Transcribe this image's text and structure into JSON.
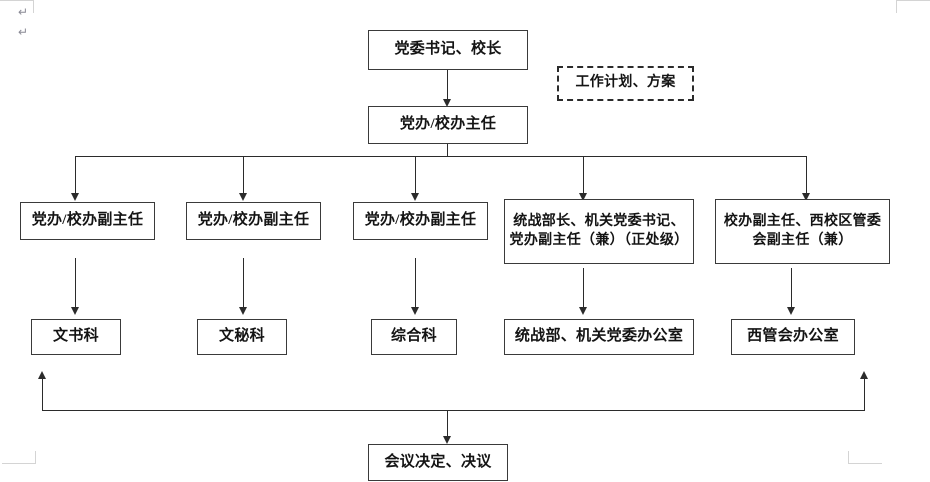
{
  "document": {
    "title": "党办/校办组织结构图",
    "background_color": "#ffffff",
    "box_border_color": "#3a3a3a",
    "connector_color": "#2b2b2b",
    "margin_guide_color": "#d4d4d4",
    "pilcrow_glyph": "↵"
  },
  "nodes": {
    "top": {
      "label": "党委书记、校长"
    },
    "director": {
      "label": "党办/校办主任"
    },
    "note": {
      "label": "工作计划、方案"
    },
    "decision": {
      "label": "会议决定、决议"
    }
  },
  "branches": [
    {
      "deputy": "党办/校办副主任",
      "office": "文书科"
    },
    {
      "deputy": "党办/校办副主任",
      "office": "文秘科"
    },
    {
      "deputy": "党办/校办副主任",
      "office": "综合科"
    },
    {
      "deputy": "统战部长、机关党委书记、\n党办副主任（兼）（正处级）",
      "office": "统战部、机关党委办公室"
    },
    {
      "deputy": "校办副主任、西校区管委\n会副主任（兼）",
      "office": "西管会办公室"
    }
  ],
  "marks": {
    "pilcrow_1": "↵",
    "pilcrow_2": "↵"
  }
}
